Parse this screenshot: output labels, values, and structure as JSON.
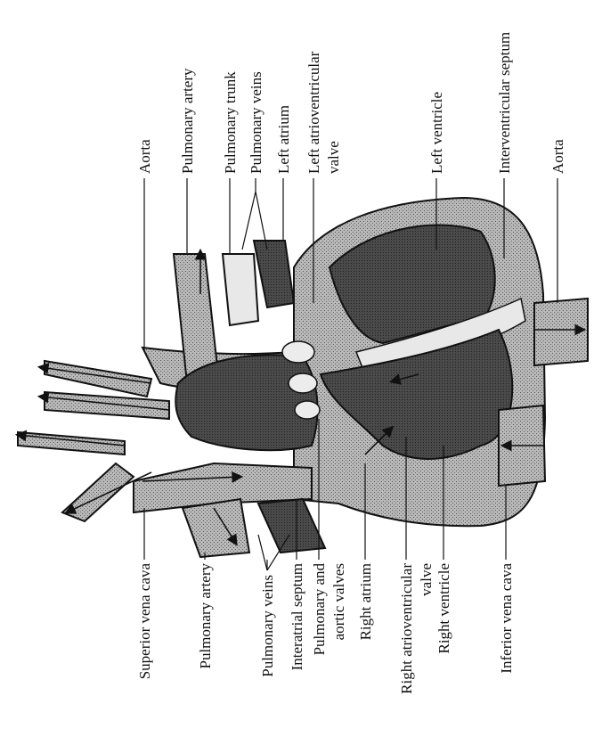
{
  "labels_top": {
    "aorta": "Aorta",
    "pulmonary_artery": "Pulmonary artery",
    "pulmonary_trunk": "Pulmonary trunk",
    "pulmonary_veins": "Pulmonary veins",
    "left_atrium": "Left atrium",
    "left_av_valve_line1": "Left atrioventricular",
    "left_av_valve_line2": "valve",
    "left_ventricle": "Left ventricle",
    "interventricular_septum": "Interventricular septum",
    "aorta_right": "Aorta"
  },
  "labels_bottom": {
    "superior_vena_cava": "Superior vena cava",
    "pulmonary_artery": "Pulmonary artery",
    "pulmonary_veins": "Pulmonary veins",
    "interatrial_septum": "Interatrial septum",
    "pulm_aortic_valves_line1": "Pulmonary and",
    "pulm_aortic_valves_line2": "aortic valves",
    "right_atrium": "Right atrium",
    "right_av_valve_line1": "Right atrioventricular",
    "right_av_valve_line2": "valve",
    "right_ventricle": "Right ventricle",
    "inferior_vena_cava": "Inferior vena cava"
  }
}
